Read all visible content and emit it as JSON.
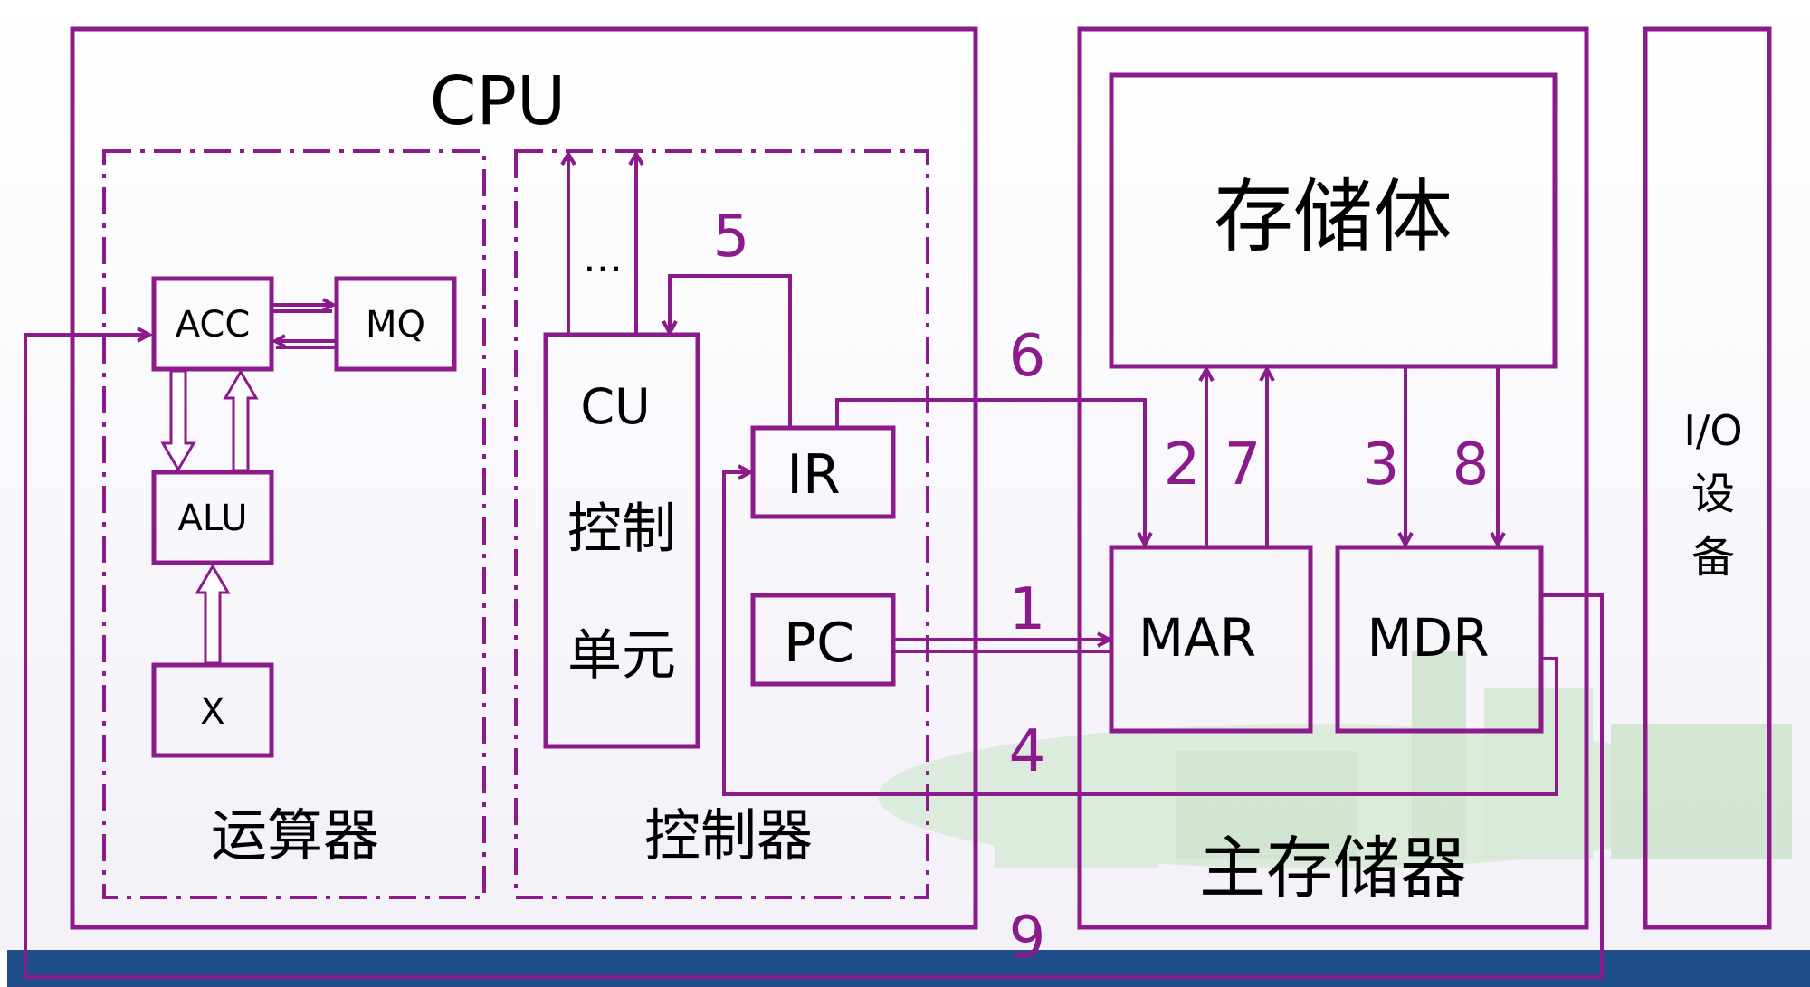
{
  "colors": {
    "line": "#8b1a8b",
    "label": "#000000",
    "number": "#8b1a8b",
    "footer_bar": "#1d4e89",
    "background_hint": "#c9e7c5"
  },
  "cpu": {
    "title": "CPU",
    "alu_group": {
      "label": "运算器",
      "acc": "ACC",
      "mq": "MQ",
      "alu": "ALU",
      "x": "X"
    },
    "control_group": {
      "label": "控制器",
      "cu_line1": "CU",
      "cu_line2": "控制",
      "cu_line3": "单元",
      "ir": "IR",
      "pc": "PC",
      "ellipsis": "…"
    }
  },
  "main_memory": {
    "label": "主存储器",
    "storage_body": "存储体",
    "mar": "MAR",
    "mdr": "MDR"
  },
  "io": {
    "line1": "I/O",
    "line2": "设",
    "line3": "备"
  },
  "step_numbers": {
    "s1": "1",
    "s2": "2",
    "s3": "3",
    "s4": "4",
    "s5": "5",
    "s6": "6",
    "s7": "7",
    "s8": "8",
    "s9": "9"
  }
}
